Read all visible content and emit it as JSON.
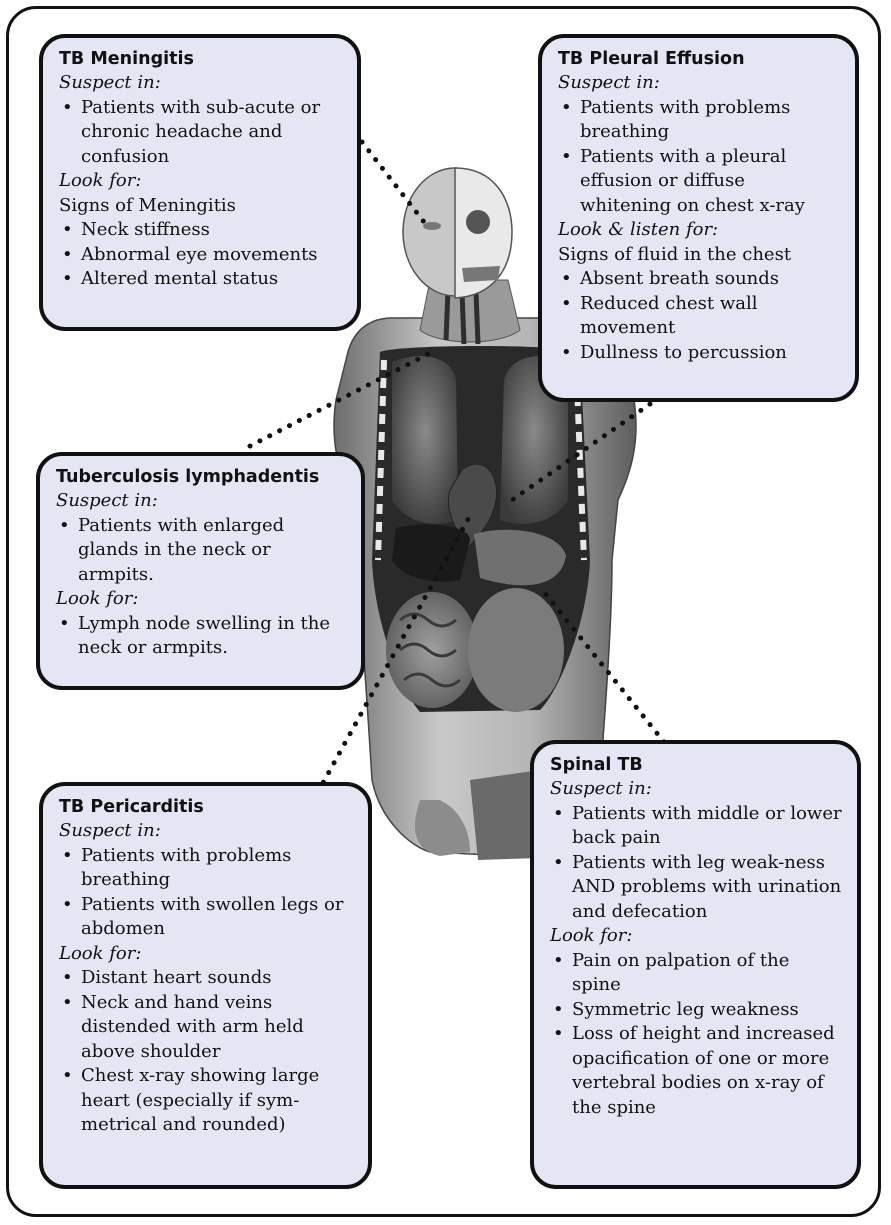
{
  "colors": {
    "card_fill": "#e4e6f3",
    "border": "#111111",
    "connector": "#111111"
  },
  "figure": {
    "subject": "anatomical torso model"
  },
  "cards": {
    "meningitis": {
      "title": "TB Meningitis",
      "suspect_label": "Suspect in:",
      "suspect": [
        "Patients with sub-acute or chronic headache and confusion"
      ],
      "look_label": "Look for:",
      "look_intro": "Signs of Meningitis",
      "look": [
        "Neck stiffness",
        "Abnormal eye movements",
        "Altered mental status"
      ]
    },
    "pleural": {
      "title": "TB Pleural Effusion",
      "suspect_label": "Suspect in:",
      "suspect": [
        "Patients with problems breathing",
        "Patients with a pleural effusion or diffuse whitening on chest x-ray"
      ],
      "look_label": "Look & listen for:",
      "look_intro": "Signs of fluid in the chest",
      "look": [
        "Absent breath sounds",
        "Reduced chest wall movement",
        "Dullness to percussion"
      ]
    },
    "lymph": {
      "title": "Tuberculosis lymphadentis",
      "suspect_label": "Suspect in:",
      "suspect": [
        "Patients with enlarged glands in the neck or armpits."
      ],
      "look_label": "Look for:",
      "look": [
        "Lymph node swelling in the neck or armpits."
      ]
    },
    "pericarditis": {
      "title": "TB Pericarditis",
      "suspect_label": "Suspect in:",
      "suspect": [
        "Patients with problems breathing",
        "Patients with swollen legs or abdomen"
      ],
      "look_label": "Look for:",
      "look": [
        "Distant heart sounds",
        "Neck and hand veins distended with arm held above shoulder",
        "Chest x-ray showing large heart (especially if sym-metrical and rounded)"
      ]
    },
    "spinal": {
      "title": "Spinal TB",
      "suspect_label": "Suspect in:",
      "suspect": [
        "Patients with middle or lower back pain",
        "Patients with leg weak-ness AND problems with urination and defecation"
      ],
      "look_label": "Look for:",
      "look": [
        "Pain on palpation of the spine",
        "Symmetric leg weakness",
        "Loss of height and increased opacification of one or more vertebral bodies on x-ray of the spine"
      ]
    }
  }
}
